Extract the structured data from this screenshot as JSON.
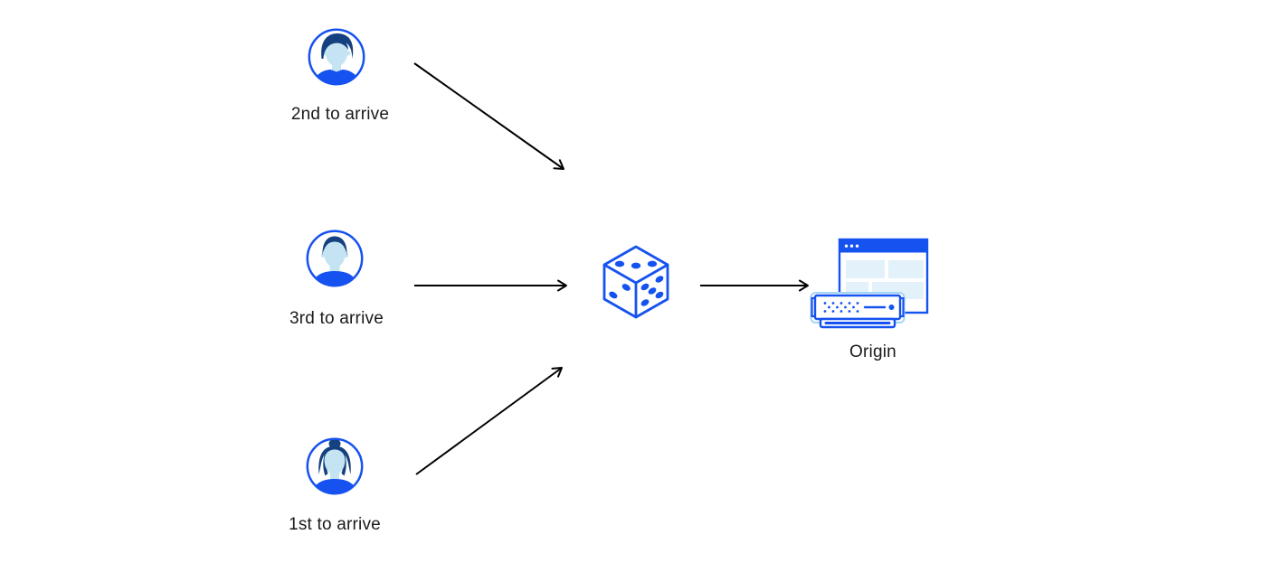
{
  "page": {
    "background": "#FFFFFF"
  },
  "palette": {
    "primary_blue": "#1652F0",
    "hair_navy": "#14417F",
    "skin_light_blue": "#C4E4F3",
    "pale_block_blue": "#E2F1FA",
    "glow_outline_blue": "#A6D5F2",
    "arrow_color": "#000000",
    "label_color": "#1A1A1A"
  },
  "diagram": {
    "visitors": [
      {
        "id": "visitor-top",
        "label": "2nd to arrive",
        "icon": "man-avatar-icon"
      },
      {
        "id": "visitor-middle",
        "label": "3rd to arrive",
        "icon": "man-avatar-icon"
      },
      {
        "id": "visitor-bottom",
        "label": "1st to arrive",
        "icon": "woman-avatar-icon"
      }
    ],
    "random_node": {
      "icon": "dice-icon",
      "dice_pips": {
        "top_face": 3,
        "left_face": 2,
        "right_face": 5
      }
    },
    "origin_node": {
      "label": "Origin",
      "icon": "origin-server-icon"
    },
    "edges": [
      {
        "from": "visitor-top",
        "to": "dice"
      },
      {
        "from": "visitor-middle",
        "to": "dice"
      },
      {
        "from": "visitor-bottom",
        "to": "dice"
      },
      {
        "from": "dice",
        "to": "origin"
      }
    ]
  }
}
